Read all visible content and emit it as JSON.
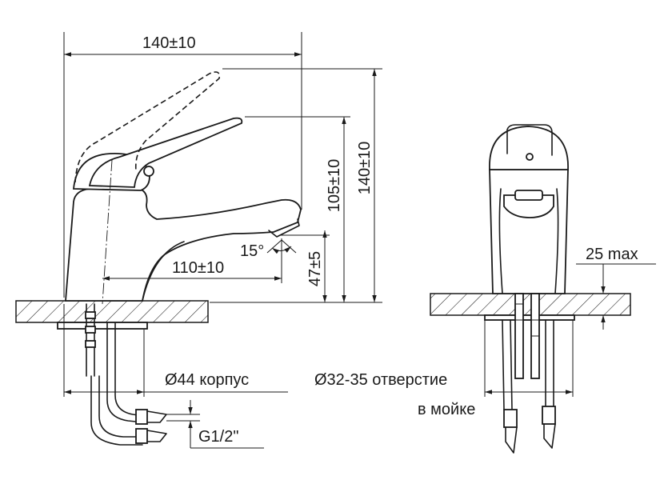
{
  "side_view": {
    "width_dim": "140±10",
    "height_total_dim": "140±10",
    "height_spout_dim": "105±10",
    "spout_reach_dim": "110±10",
    "spout_height_dim": "47±5",
    "angle_dim": "15°",
    "body_diameter": "Ø44  корпус",
    "thread_size": "G1/2\""
  },
  "front_view": {
    "max_thickness_dim": "25 max",
    "hole_diameter_line1": "Ø32-35 отверстие",
    "hole_diameter_line2": "в мойке"
  }
}
